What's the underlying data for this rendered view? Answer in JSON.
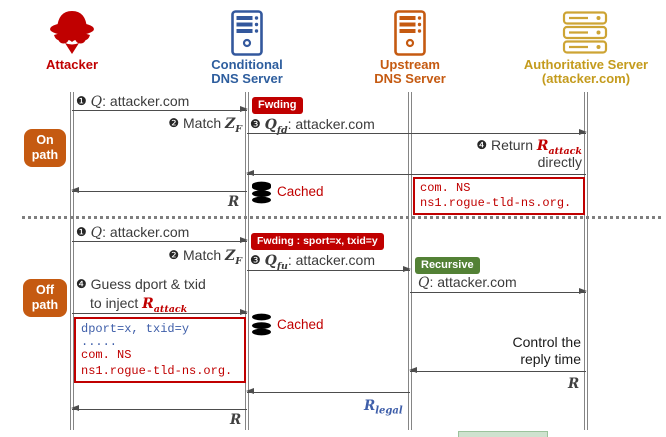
{
  "actors": {
    "attacker": {
      "label": "Attacker"
    },
    "conditional": {
      "line1": "Conditional",
      "line2": "DNS Server"
    },
    "upstream": {
      "line1": "Upstream",
      "line2": "DNS Server"
    },
    "authoritative": {
      "line1": "Authoritative Server",
      "line2": "(attacker.com)"
    }
  },
  "badges": {
    "on_path_1": "On",
    "on_path_2": "path",
    "off_path_1": "Off",
    "off_path_2": "path",
    "fwding": "Fwding",
    "fwding_params": "Fwding : sport=x, txid=y",
    "recursive": "Recursive"
  },
  "on_path": {
    "s1_num": "❶",
    "s1_sym": "Q",
    "s1_rest": ": attacker.com",
    "s2_num": "❷",
    "s2_text": "Match ",
    "s2_sym": "Z",
    "s2_sub": "F",
    "s3_num": "❸",
    "s3_sym": "Q",
    "s3_sub": "fd",
    "s3_rest": ": attacker.com",
    "s4_num": "❹",
    "s4_text": "Return ",
    "s4_sym": "R",
    "s4_sub": "attack",
    "s4_line2": "directly",
    "cached": "Cached",
    "ns_box": {
      "line1": "com. NS",
      "line2": "ns1.rogue-tld-ns.org."
    },
    "reply": "R"
  },
  "off_path": {
    "s1_num": "❶",
    "s1_sym": "Q",
    "s1_rest": ": attacker.com",
    "s2_num": "❷",
    "s2_text": "Match ",
    "s2_sym": "Z",
    "s2_sub": "F",
    "s3_num": "❸",
    "s3_sym": "Q",
    "s3_sub": "fu",
    "s3_rest": ": attacker.com",
    "s4_num": "❹",
    "s4_line1": "Guess dport & txid",
    "s4_line2_pre": "to inject ",
    "s4_sym": "R",
    "s4_sub": "attack",
    "rec_query_sym": "Q",
    "rec_query_rest": ": attacker.com",
    "inject_box": {
      "line1": "dport=x, txid=y",
      "line2": ".....",
      "line3": "com. NS",
      "line4": "ns1.rogue-tld-ns.org."
    },
    "cached": "Cached",
    "control_1": "Control the",
    "control_2": "reply time",
    "reply_auth": "R",
    "legal_sym": "R",
    "legal_sub": "legal",
    "reply": "R"
  },
  "colors": {
    "attacker_red": "#C00000",
    "conditional_blue": "#2E5E9E",
    "upstream_orange": "#C55A11",
    "authoritative_gold": "#C49B1D",
    "recursive_green": "#538135",
    "path_badge_orange": "#C55A11",
    "arrow_gray": "#4d4d4d",
    "legal_blue": "#3E5EA9"
  },
  "icons": [
    "spy-icon",
    "tower-server-icon",
    "rack-server-icon",
    "database-icon"
  ]
}
